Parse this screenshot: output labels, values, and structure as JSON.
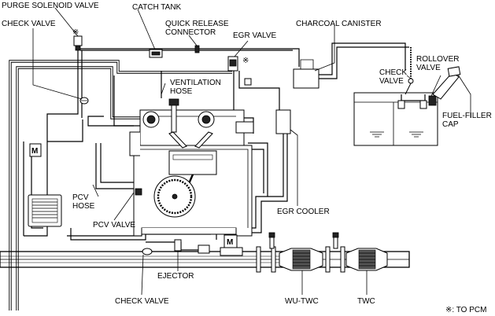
{
  "labels": {
    "purge_solenoid_valve": "PURGE SOLENOID VALVE",
    "catch_tank": "CATCH TANK",
    "quick_release_line1": "QUICK RELEASE",
    "quick_release_line2": "CONNECTOR",
    "charcoal_canister": "CHARCOAL CANISTER",
    "check_valve_top": "CHECK VALVE",
    "egr_valve": "EGR VALVE",
    "ventilation_hose_line1": "VENTILATION",
    "ventilation_hose_line2": "HOSE",
    "check_valve_right_line1": "CHECK",
    "check_valve_right_line2": "VALVE",
    "rollover_valve_line1": "ROLLOVER",
    "rollover_valve_line2": "VALVE",
    "fuel_filler_cap_line1": "FUEL-FILLER",
    "fuel_filler_cap_line2": "CAP",
    "pcv_hose_line1": "PCV",
    "pcv_hose_line2": "HOSE",
    "pcv_valve": "PCV VALVE",
    "egr_cooler": "EGR COOLER",
    "ejector": "EJECTOR",
    "check_valve_bottom": "CHECK VALVE",
    "wu_twc": "WU-TWC",
    "twc": "TWC",
    "to_pcm_note": "※: TO PCM",
    "to_pcm_mark": "※"
  }
}
